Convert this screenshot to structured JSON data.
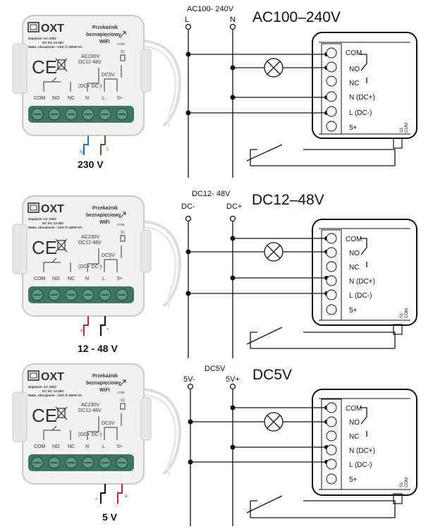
{
  "panels": [
    {
      "device": {
        "brand": "OXT",
        "title_line1": "Przekaźnik",
        "title_line2": "beznapięciowy",
        "title_line3": "WiFi",
        "spec1": "Napięcie: AC 230V",
        "spec2": "DC 5V, 12-48V",
        "spec3": "Maks. obciążenie : LED Ö 150W 5A",
        "ce": "CE",
        "ac_label": "AC230V",
        "dc_label": "DC12-48V",
        "dc5_label": "DC5V",
        "dcpm_label": "(DC+ DC-)",
        "s1": "S1",
        "com_small": "COM",
        "term_com": "COM",
        "term_no": "NO",
        "term_nc": "NC",
        "term_n": "N",
        "term_l": "L",
        "term_5": "5+"
      },
      "wire_left": "N",
      "wire_right": "L",
      "supply_label": "230 V",
      "wire_left_color": "#1f6fd0",
      "wire_right_color": "#7a4a22",
      "top_label": "AC100- 240V",
      "rail_left": "L",
      "rail_right": "N",
      "heading": "AC100–240V",
      "module": {
        "com": "COM",
        "no": "NO",
        "nc": "NC",
        "n": "N (DC+)",
        "l": "L (DC-)",
        "five": "5+",
        "s1": "S1",
        "com_v": "COM"
      }
    },
    {
      "device": {
        "brand": "OXT",
        "title_line1": "Przekaźnik",
        "title_line2": "beznapięciowy",
        "title_line3": "WiFi",
        "spec1": "Napięcie: AC 230V",
        "spec2": "DC 5V, 12-48V",
        "spec3": "Maks. obciążenie : LED Ö 150W 5A",
        "ce": "CE",
        "ac_label": "AC230V",
        "dc_label": "DC12-48V",
        "dc5_label": "DC5V",
        "dcpm_label": "(DC+ DC-)",
        "s1": "S1",
        "com_small": "COM",
        "term_com": "COM",
        "term_no": "NO",
        "term_nc": "NC",
        "term_n": "N",
        "term_l": "L",
        "term_5": "5+"
      },
      "wire_left": "+",
      "wire_right": "-",
      "supply_label": "12 - 48 V",
      "wire_left_color": "#d42222",
      "wire_right_color": "#111111",
      "top_label": "DC12- 48V",
      "rail_left": "DC-",
      "rail_right": "DC+",
      "heading": "DC12–48V",
      "module": {
        "com": "COM",
        "no": "NO",
        "nc": "NC",
        "n": "N (DC+)",
        "l": "L (DC-)",
        "five": "5+",
        "s1": "S1",
        "com_v": "COM"
      }
    },
    {
      "device": {
        "brand": "OXT",
        "title_line1": "Przekaźnik",
        "title_line2": "beznapięciowy",
        "title_line3": "WiFi",
        "spec1": "Napięcie: AC 230V",
        "spec2": "DC 5V, 12-48V",
        "spec3": "Maks. obciążenie : LED Ö 150W 5A",
        "ce": "CE",
        "ac_label": "AC230V",
        "dc_label": "DC12-48V",
        "dc5_label": "DC5V",
        "dcpm_label": "(DC+ DC-)",
        "s1": "S1",
        "com_small": "COM",
        "term_com": "COM",
        "term_no": "NO",
        "term_nc": "NC",
        "term_n": "N",
        "term_l": "L",
        "term_5": "5+"
      },
      "wire_left": "-",
      "wire_right": "+",
      "supply_label": "5 V",
      "wire_left_color": "#111111",
      "wire_right_color": "#d42222",
      "top_label": "DC5V",
      "rail_left": "5V-",
      "rail_right": "5V+",
      "heading": "DC5V",
      "module": {
        "com": "COM",
        "no": "NO",
        "nc": "NC",
        "n": "N (DC+)",
        "l": "L (DC-)",
        "five": "5+",
        "s1": "S1",
        "com_v": "COM"
      }
    }
  ]
}
